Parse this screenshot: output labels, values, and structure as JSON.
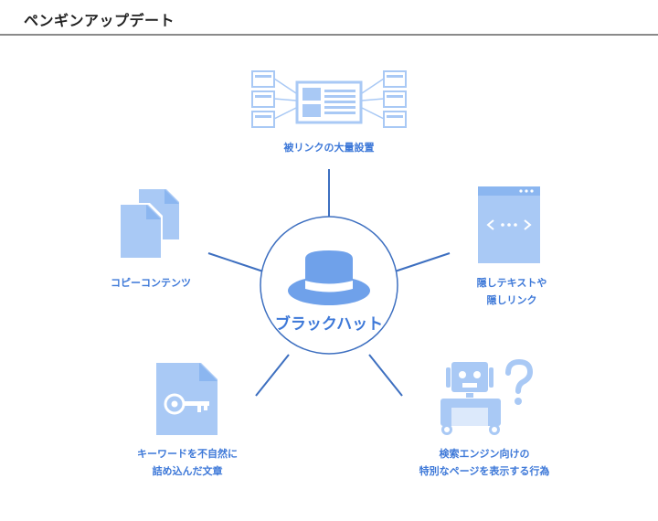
{
  "header": {
    "title": "ペンギンアップデート"
  },
  "center": {
    "label": "ブラックハット"
  },
  "items": [
    {
      "line1": "被リンクの大量設置",
      "icon": "link-network-icon"
    },
    {
      "line1": "隠しテキストや",
      "line2": "隠しリンク",
      "icon": "code-window-icon"
    },
    {
      "line1": "検索エンジン向けの",
      "line2": "特別なページを表示する行為",
      "icon": "robot-question-icon"
    },
    {
      "line1": "キーワードを不自然に",
      "line2": "詰め込んだ文章",
      "icon": "key-document-icon"
    },
    {
      "line1": "コピーコンテンツ",
      "icon": "copy-documents-icon"
    }
  ],
  "colors": {
    "accent": "#3d78d8",
    "icon_fill": "#a9c9f5",
    "icon_dark": "#6fa1ea",
    "line": "#3d6fc0"
  }
}
